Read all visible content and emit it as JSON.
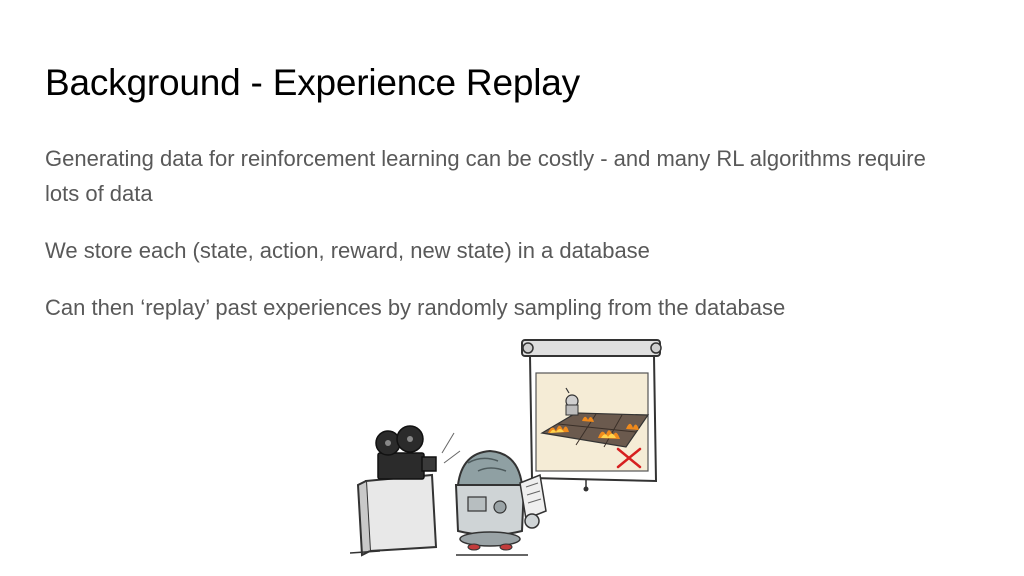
{
  "slide": {
    "title": "Background - Experience Replay",
    "paragraphs": [
      "Generating data for reinforcement learning can be costly - and many RL algorithms require lots of data",
      "We store each (state, action, reward, new state) in a database",
      "Can then ‘replay’ past experiences by randomly sampling from the database"
    ]
  },
  "illustration": {
    "icons": [
      "film-projector-icon",
      "robot-icon",
      "projection-screen-icon",
      "fire-icon",
      "red-x-icon"
    ],
    "colors": {
      "title_text": "#000000",
      "body_text": "#595959",
      "screen_frame": "#f5ecd6",
      "fire": "#f08a1c",
      "x_mark": "#d62020"
    }
  }
}
